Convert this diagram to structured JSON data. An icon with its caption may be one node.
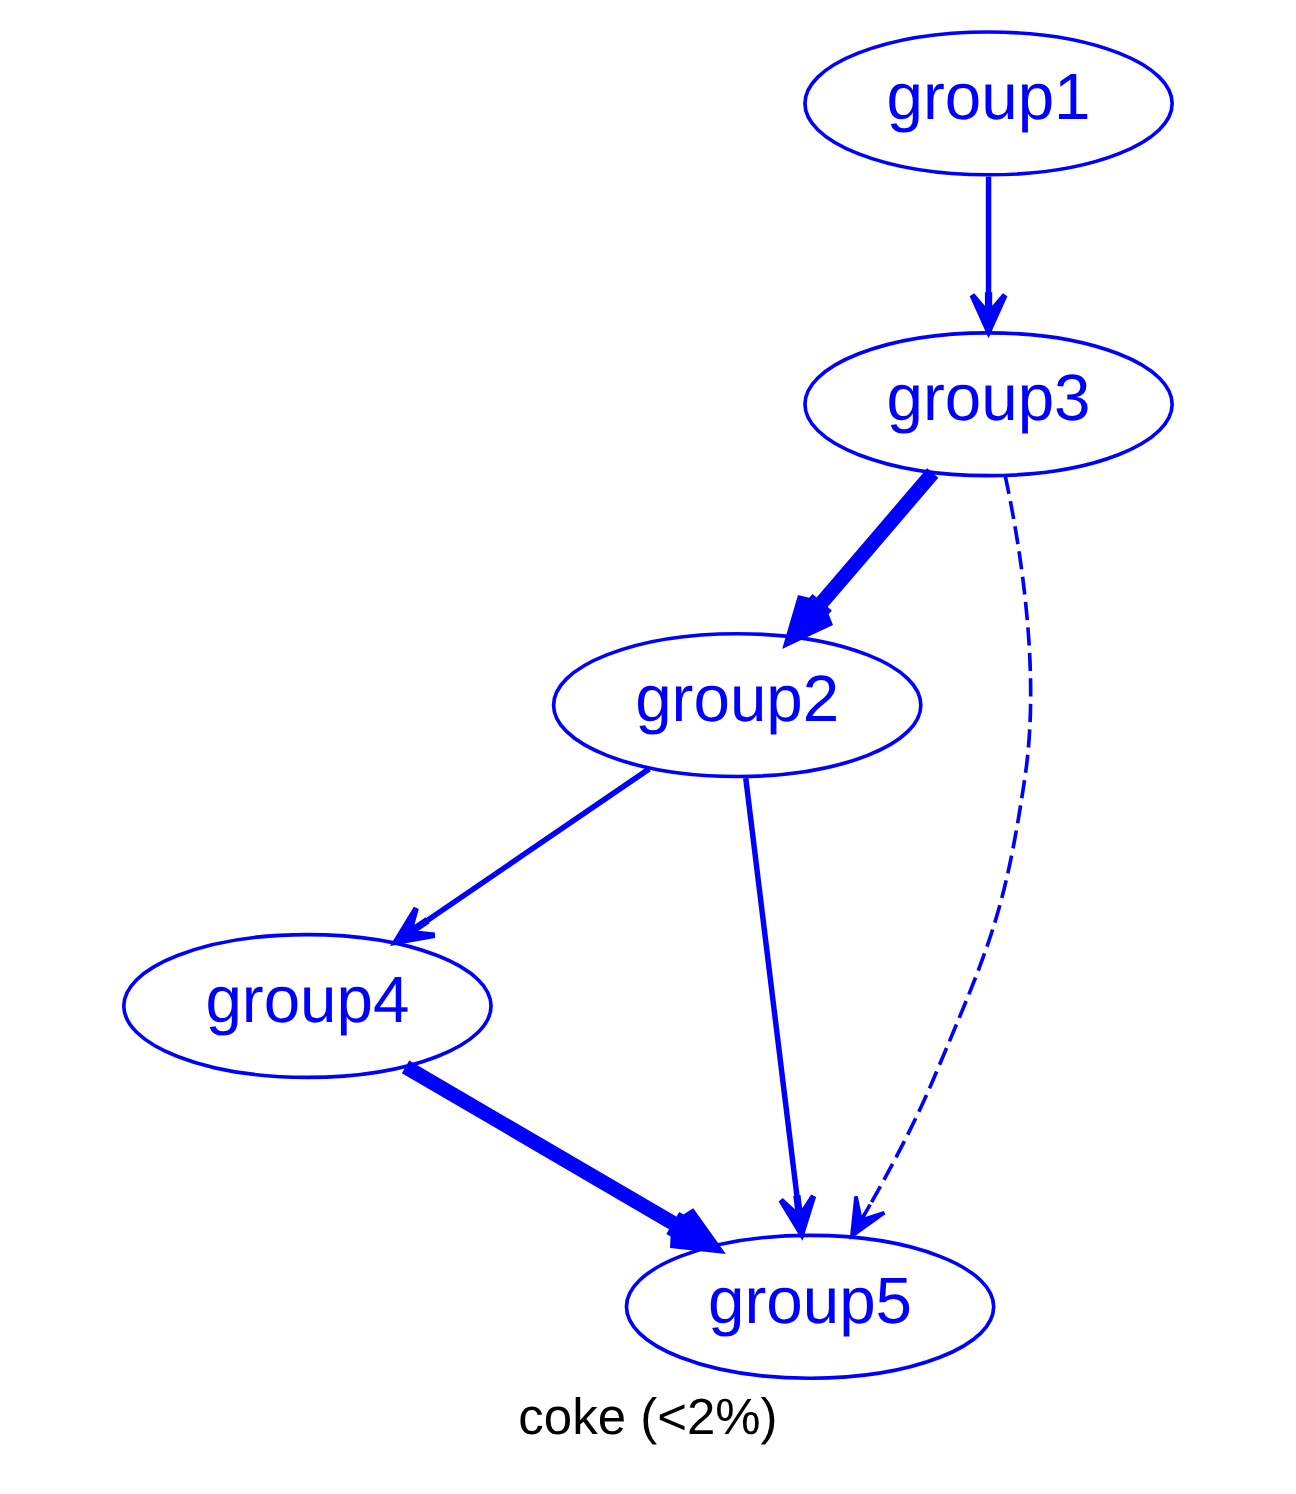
{
  "diagram": {
    "caption": "coke (<2%)",
    "nodes": [
      {
        "text": [
          "group1"
        ]
      },
      {
        "text": [
          "group3"
        ]
      },
      {
        "text": [
          "group2"
        ]
      },
      {
        "text": [
          "group4"
        ]
      },
      {
        "text": [
          "group5"
        ]
      }
    ],
    "edges": [
      {
        "from": 0,
        "to": 1,
        "arrow": "to"
      },
      {
        "from": 1,
        "to": 2,
        "arrow": "to",
        "style": "thick"
      },
      {
        "from": 1,
        "to": 4,
        "arrow": "to",
        "style": "dashed"
      },
      {
        "from": 2,
        "to": 3,
        "arrow": "to"
      },
      {
        "from": 2,
        "to": 4,
        "arrow": "to"
      },
      {
        "from": 3,
        "to": 4,
        "arrow": "to",
        "style": "thick"
      }
    ]
  }
}
